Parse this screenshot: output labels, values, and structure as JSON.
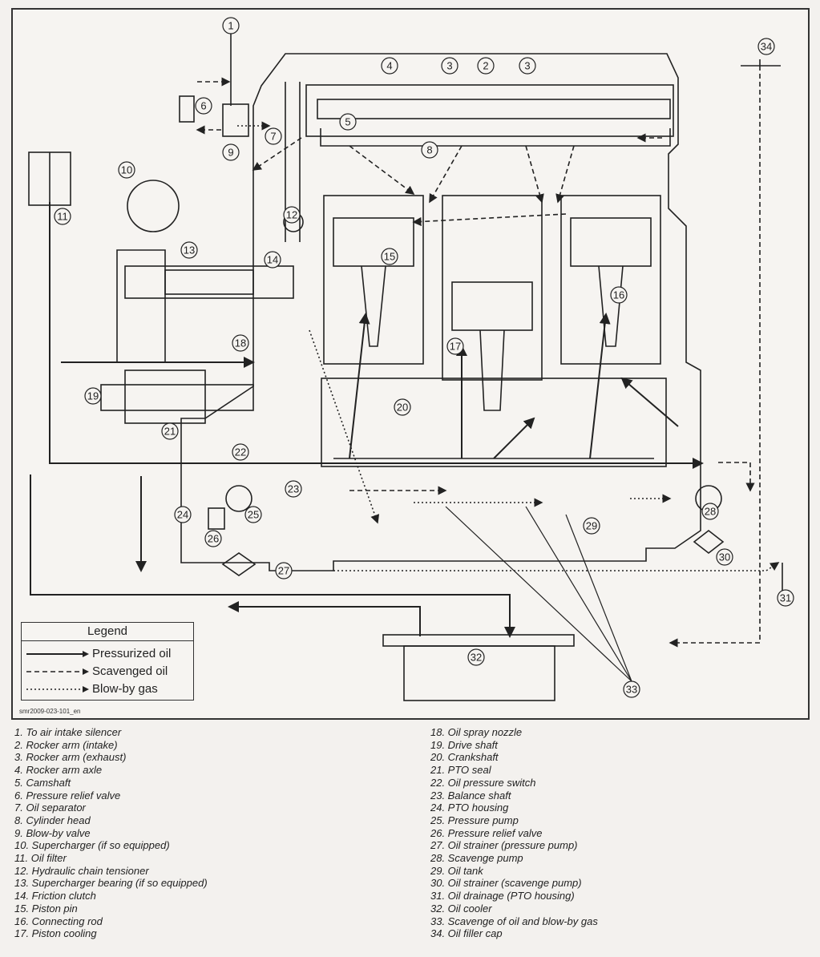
{
  "legend": {
    "title": "Legend",
    "items": [
      {
        "label": "Pressurized oil",
        "style": "solid"
      },
      {
        "label": "Scavenged oil",
        "style": "dashed"
      },
      {
        "label": "Blow-by gas",
        "style": "dotted"
      }
    ]
  },
  "figure_ref": "smr2009-023-101_en",
  "callouts": [
    "1",
    "2",
    "3",
    "4",
    "5",
    "6",
    "7",
    "8",
    "9",
    "10",
    "11",
    "12",
    "13",
    "14",
    "15",
    "16",
    "17",
    "18",
    "19",
    "20",
    "21",
    "22",
    "23",
    "24",
    "25",
    "26",
    "27",
    "28",
    "29",
    "30",
    "31",
    "32",
    "33",
    "34"
  ],
  "captions_left": [
    "1.  To air intake silencer",
    "2.  Rocker arm (intake)",
    "3.  Rocker arm (exhaust)",
    "4.  Rocker arm axle",
    "5.  Camshaft",
    "6.  Pressure relief valve",
    "7.  Oil separator",
    "8.  Cylinder head",
    "9.  Blow-by valve",
    "10. Supercharger (if so equipped)",
    "11. Oil filter",
    "12. Hydraulic chain tensioner",
    "13. Supercharger bearing (if so equipped)",
    "14. Friction clutch",
    "15. Piston pin",
    "16. Connecting rod",
    "17. Piston cooling"
  ],
  "captions_right": [
    "18. Oil spray nozzle",
    "19. Drive shaft",
    "20. Crankshaft",
    "21. PTO seal",
    "22. Oil pressure switch",
    "23. Balance shaft",
    "24. PTO housing",
    "25. Pressure pump",
    "26. Pressure relief valve",
    "27. Oil strainer (pressure pump)",
    "28. Scavenge pump",
    "29. Oil tank",
    "30. Oil strainer (scavenge pump)",
    "31. Oil drainage (PTO housing)",
    "32. Oil cooler",
    "33. Scavenge of oil and blow-by gas",
    "34. Oil filler cap"
  ],
  "colors": {
    "ink": "#222222",
    "paper": "#f6f4f1"
  }
}
